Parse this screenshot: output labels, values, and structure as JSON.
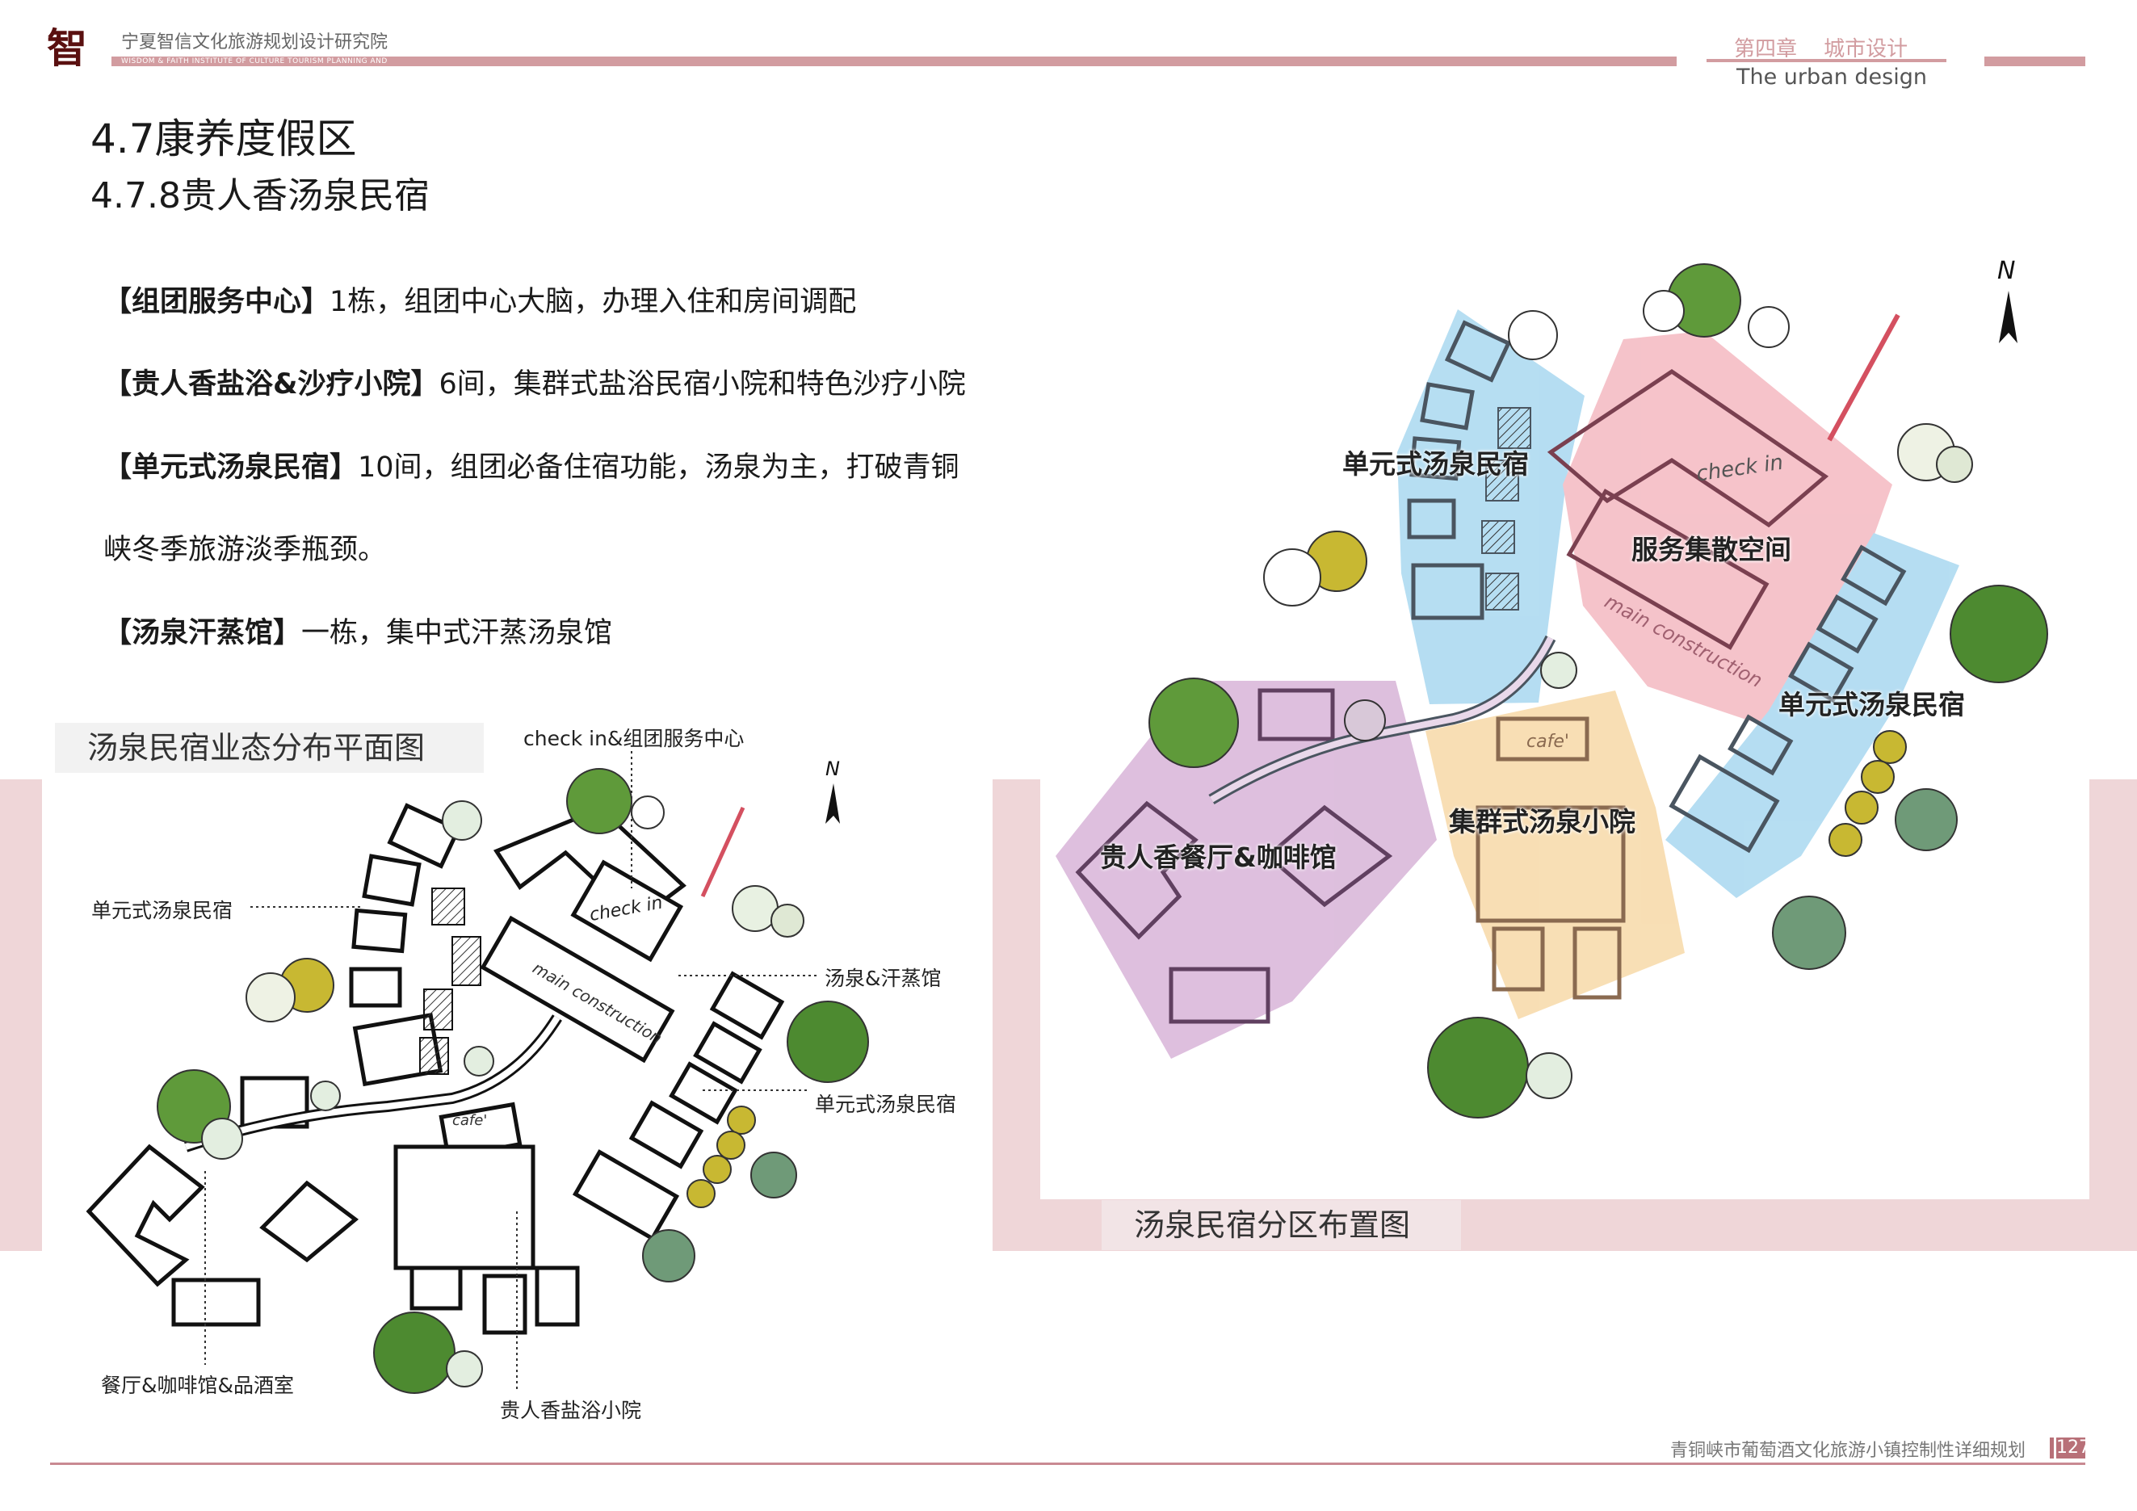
{
  "header": {
    "institute_cn": "宁夏智信文化旅游规划设计研究院",
    "institute_en": "WISDOM & FAITH INSTITUTE OF CULTURE TOURISM PLANNING AND",
    "logo_text": "智",
    "chapter": "第四章",
    "chapter_title": "城市设计",
    "chapter_en": "The urban design",
    "accent_color": "#d29ca0"
  },
  "section": {
    "title": "4.7康养度假区",
    "subtitle": "4.7.8贵人香汤泉民宿"
  },
  "paragraphs": [
    {
      "bold": "【组团服务中心】",
      "text": "1栋，组团中心大脑，办理入住和房间调配"
    },
    {
      "bold": "【贵人香盐浴&沙疗小院】",
      "text": "6间，集群式盐浴民宿小院和特色沙疗小院"
    },
    {
      "bold": "【单元式汤泉民宿】",
      "text": "10间，组团必备住宿功能，汤泉为主，打破青铜"
    },
    {
      "bold": "",
      "text": "峡冬季旅游淡季瓶颈。"
    },
    {
      "bold": "【汤泉汗蒸馆】",
      "text": "一栋，集中式汗蒸汤泉馆"
    }
  ],
  "left_plan": {
    "caption": "汤泉民宿业态分布平面图",
    "labels": [
      "check in&组团服务中心",
      "单元式汤泉民宿",
      "汤泉&汗蒸馆",
      "单元式汤泉民宿",
      "餐厅&咖啡馆&品酒室",
      "贵人香盐浴小院"
    ],
    "sketch_text": [
      "check in",
      "main construction",
      "cafe'",
      "N"
    ]
  },
  "right_plan": {
    "caption": "汤泉民宿分区布置图",
    "zones": [
      {
        "label": "单元式汤泉民宿",
        "color": "#a9d8f0"
      },
      {
        "label": "服务集散空间",
        "color": "#f4b9c1"
      },
      {
        "label": "单元式汤泉民宿",
        "color": "#a9d8f0"
      },
      {
        "label": "集群式汤泉小院",
        "color": "#f7d9a8"
      },
      {
        "label": "贵人香餐厅&咖啡馆",
        "color": "#d8b4d8"
      }
    ],
    "sketch_text": [
      "check in",
      "main construction",
      "cafe'",
      "N"
    ]
  },
  "footer": {
    "project": "青铜峡市葡萄酒文化旅游小镇控制性详细规划",
    "page_number": "127"
  }
}
